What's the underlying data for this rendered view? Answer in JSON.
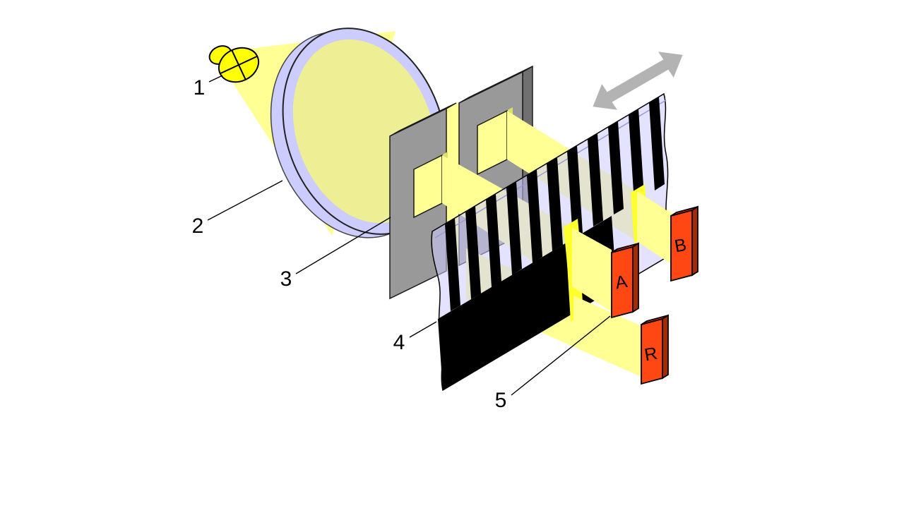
{
  "figure": {
    "name": "optical-encoder-principle-diagram",
    "callouts": [
      {
        "name": "light-source",
        "number": "1"
      },
      {
        "name": "lens",
        "number": "2"
      },
      {
        "name": "mask",
        "number": "3"
      },
      {
        "name": "code-strip",
        "number": "4"
      },
      {
        "name": "detector",
        "number": "5"
      }
    ],
    "detector_labels": {
      "a": "A",
      "b": "B",
      "r": "R"
    },
    "colors": {
      "background": "#FFFFFF",
      "beam_yellow": "#FFFF94",
      "bright_yellow": "#FFFF2E",
      "bulb_yellow": "#FFFF00",
      "lens_yellow": "#EFEF8F",
      "lavender": "#CCCCFF",
      "lavender_edge": "#9A9AD6",
      "mask_gray": "#999999",
      "mask_gray_light": "#C4C4C4",
      "mask_gray_dark": "#707070",
      "window_shadow": "#CFCF5E",
      "window_shadow_light": "#DEDE6E",
      "stripe_black": "#000000",
      "detector_red": "#FF4713",
      "detector_red_top": "#D93500",
      "detector_red_side": "#A62900",
      "arrow_gray": "#B3B3B3",
      "line_black": "#000000"
    }
  }
}
